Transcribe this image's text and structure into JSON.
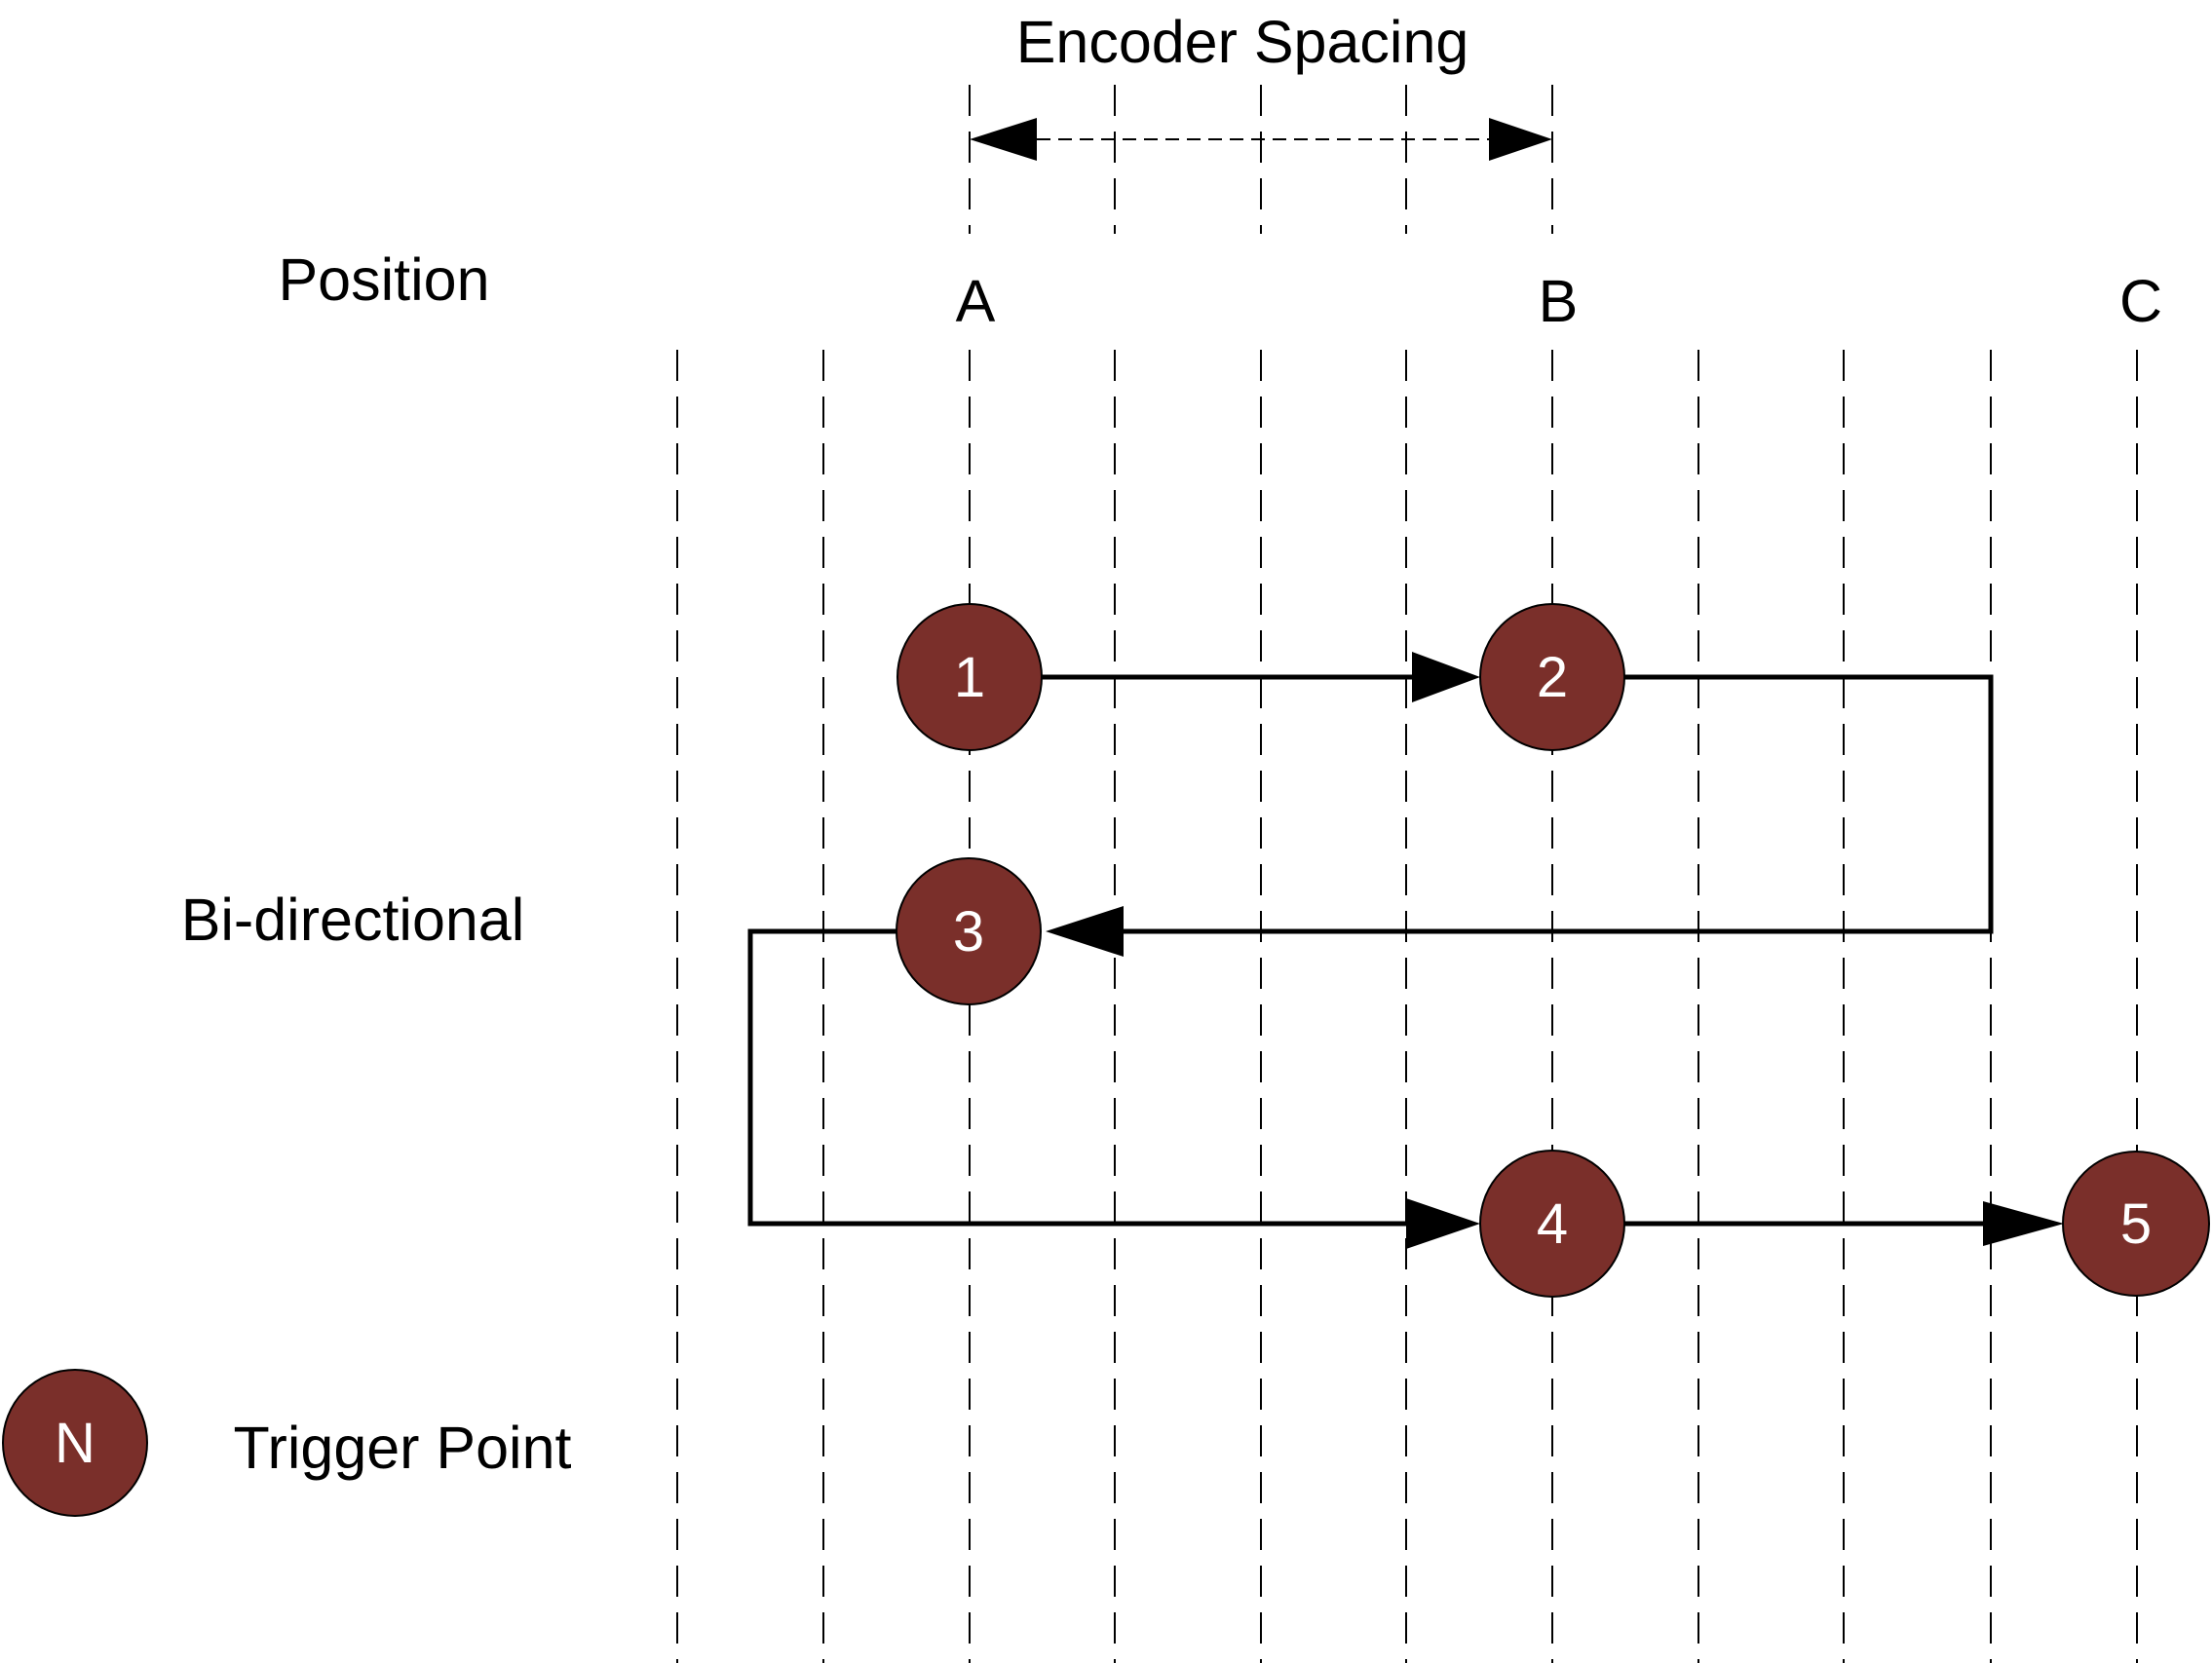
{
  "title": "Encoder Spacing",
  "labels": {
    "position": "Position",
    "mode": "Bi-directional",
    "legend_symbol": "N",
    "legend_text": "Trigger Point"
  },
  "positions": [
    "A",
    "B",
    "C"
  ],
  "trigger_points": [
    {
      "label": "1",
      "position": "A",
      "row": 1
    },
    {
      "label": "2",
      "position": "B",
      "row": 1
    },
    {
      "label": "3",
      "position": "A",
      "row": 2
    },
    {
      "label": "4",
      "position": "B",
      "row": 3
    },
    {
      "label": "5",
      "position": "C",
      "row": 3
    }
  ],
  "colors": {
    "trigger_fill": "#7a2f2a",
    "line": "#000000"
  }
}
